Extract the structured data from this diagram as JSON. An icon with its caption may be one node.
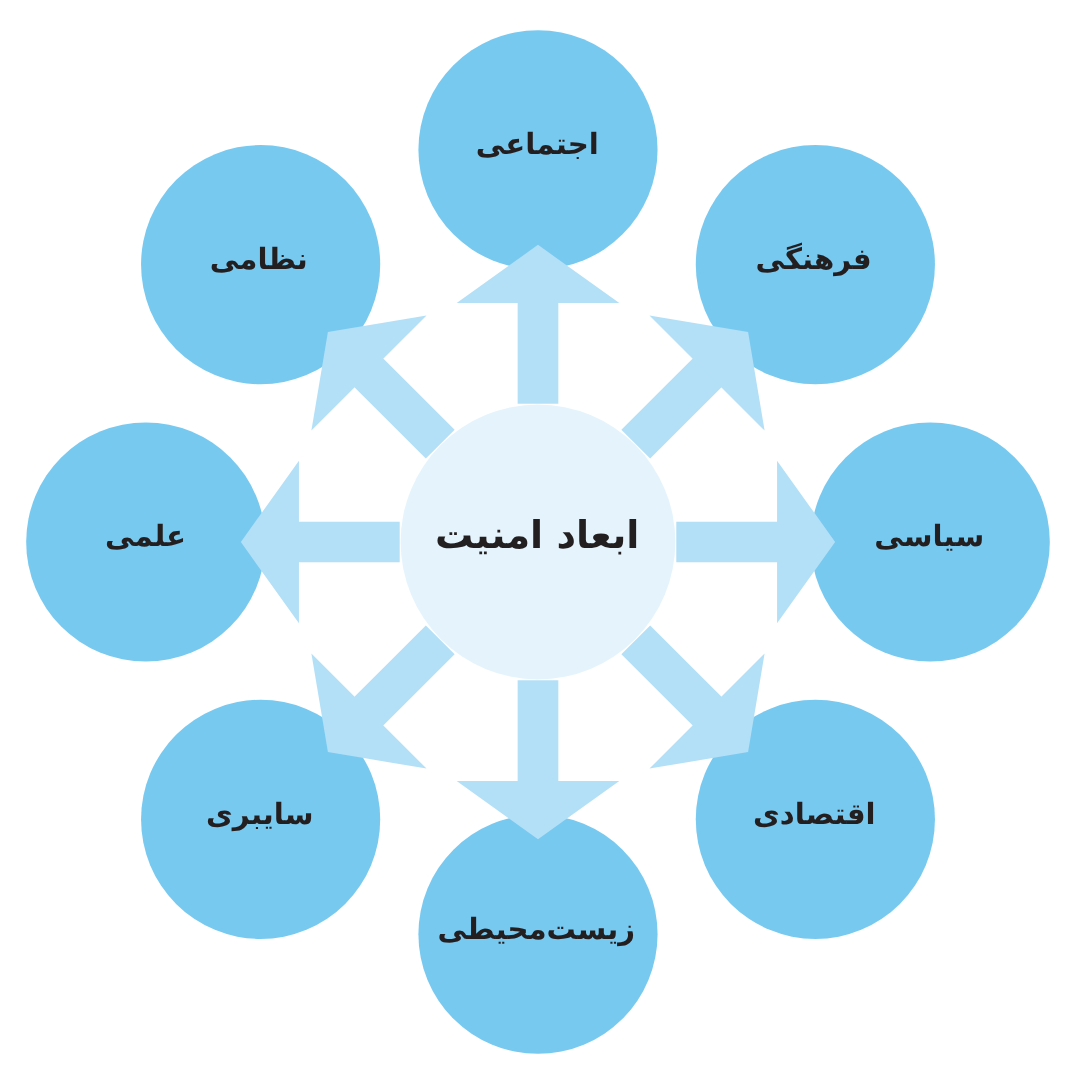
{
  "diagram": {
    "nodes": [
      {
        "text": [
          "ابعاد امنیت"
        ]
      },
      {
        "text": [
          "اجتماعی"
        ]
      },
      {
        "text": [
          "فرهنگی"
        ]
      },
      {
        "text": [
          "سیاسی"
        ]
      },
      {
        "text": [
          "اقتصادی"
        ]
      },
      {
        "text": [
          "زیست‌محیطی"
        ]
      },
      {
        "text": [
          "سایبری"
        ]
      },
      {
        "text": [
          "علمی"
        ]
      },
      {
        "text": [
          "نظامی"
        ]
      }
    ],
    "edges": [
      {
        "from": 0,
        "to": 1,
        "arrow": "to"
      },
      {
        "from": 0,
        "to": 2,
        "arrow": "to"
      },
      {
        "from": 0,
        "to": 3,
        "arrow": "to"
      },
      {
        "from": 0,
        "to": 4,
        "arrow": "to"
      },
      {
        "from": 0,
        "to": 5,
        "arrow": "to"
      },
      {
        "from": 0,
        "to": 6,
        "arrow": "to"
      },
      {
        "from": 0,
        "to": 7,
        "arrow": "to"
      },
      {
        "from": 0,
        "to": 8,
        "arrow": "to"
      }
    ]
  }
}
